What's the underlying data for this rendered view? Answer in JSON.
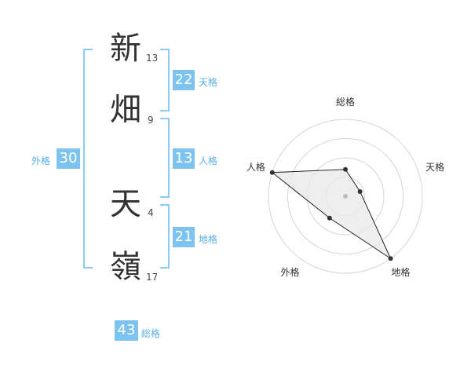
{
  "characters": [
    {
      "char": "新",
      "strokes": "13"
    },
    {
      "char": "畑",
      "strokes": "9"
    },
    {
      "char": "天",
      "strokes": "4"
    },
    {
      "char": "嶺",
      "strokes": "17"
    }
  ],
  "kaku": {
    "tenkaku": {
      "value": "22",
      "label": "天格"
    },
    "jinkaku": {
      "value": "13",
      "label": "人格"
    },
    "chikaku": {
      "value": "21",
      "label": "地格"
    },
    "gaikaku": {
      "value": "30",
      "label": "外格"
    },
    "soukaku": {
      "value": "43",
      "label": "総格"
    }
  },
  "colors": {
    "accent": "#7cc3f0",
    "bracket": "#8ccaf2",
    "label": "#5aaee8"
  },
  "chart_data": {
    "type": "radar",
    "axes": [
      "総格",
      "天格",
      "地格",
      "外格",
      "人格"
    ],
    "levels": 4,
    "values": [
      0.35,
      0.2,
      1.0,
      0.35,
      1.0
    ]
  }
}
